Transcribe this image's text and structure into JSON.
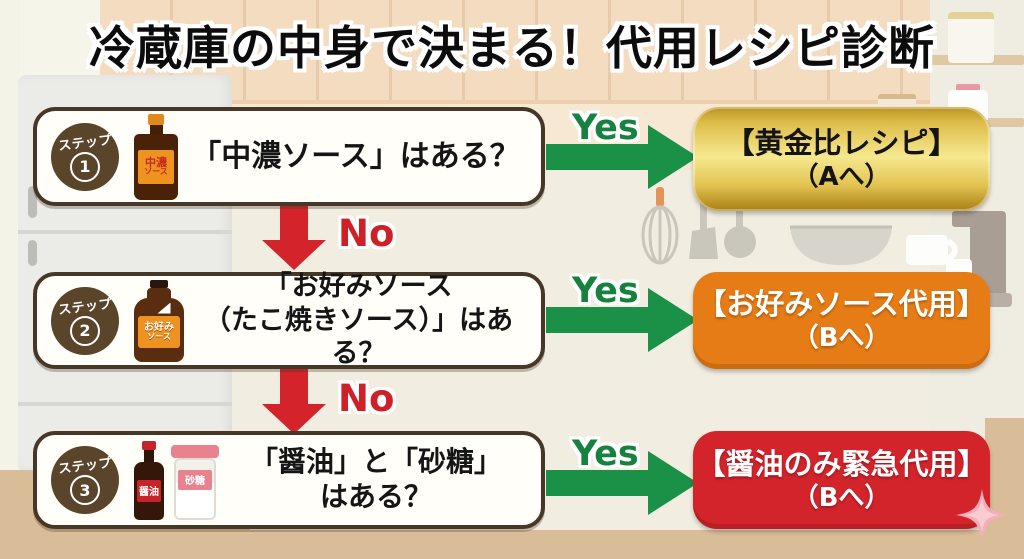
{
  "title": "冷蔵庫の中身で決まる！代用レシピ診断",
  "colors": {
    "yes_green": "#1b9148",
    "no_red": "#d5232b",
    "gold_result": "#e3c452",
    "orange_result": "#e67c15",
    "red_result": "#d3232b",
    "box_border_brown": "#473727",
    "badge_brown": "#5a442a"
  },
  "steps": [
    {
      "badge": {
        "prefix": "ステップ",
        "number": "1"
      },
      "icons": [
        {
          "name": "chuno-sauce-bottle-icon",
          "label_lines": [
            "中濃",
            "ソース"
          ]
        }
      ],
      "question_lines": [
        "「中濃ソース」はある？",
        ""
      ],
      "yes_label": "Yes",
      "no_label": "No",
      "result_lines": [
        "【黄金比レシピ】",
        "（Aへ）"
      ]
    },
    {
      "badge": {
        "prefix": "ステップ",
        "number": "2"
      },
      "icons": [
        {
          "name": "okonomi-sauce-bottle-icon",
          "label_lines": [
            "お好み",
            "ソース"
          ]
        }
      ],
      "question_lines": [
        "「お好みソース",
        "（たこ焼きソース）」はある？"
      ],
      "yes_label": "Yes",
      "no_label": "No",
      "result_lines": [
        "【お好みソース代用】",
        "（Bへ）"
      ]
    },
    {
      "badge": {
        "prefix": "ステップ",
        "number": "3"
      },
      "icons": [
        {
          "name": "soy-sauce-bottle-icon",
          "label_lines": [
            "醤油"
          ]
        },
        {
          "name": "sugar-jar-icon",
          "label_lines": [
            "砂糖"
          ]
        }
      ],
      "question_lines": [
        "「醤油」と「砂糖」",
        "はある？"
      ],
      "yes_label": "Yes",
      "result_lines": [
        "【醤油のみ緊急代用】",
        "（Bへ）"
      ]
    }
  ]
}
